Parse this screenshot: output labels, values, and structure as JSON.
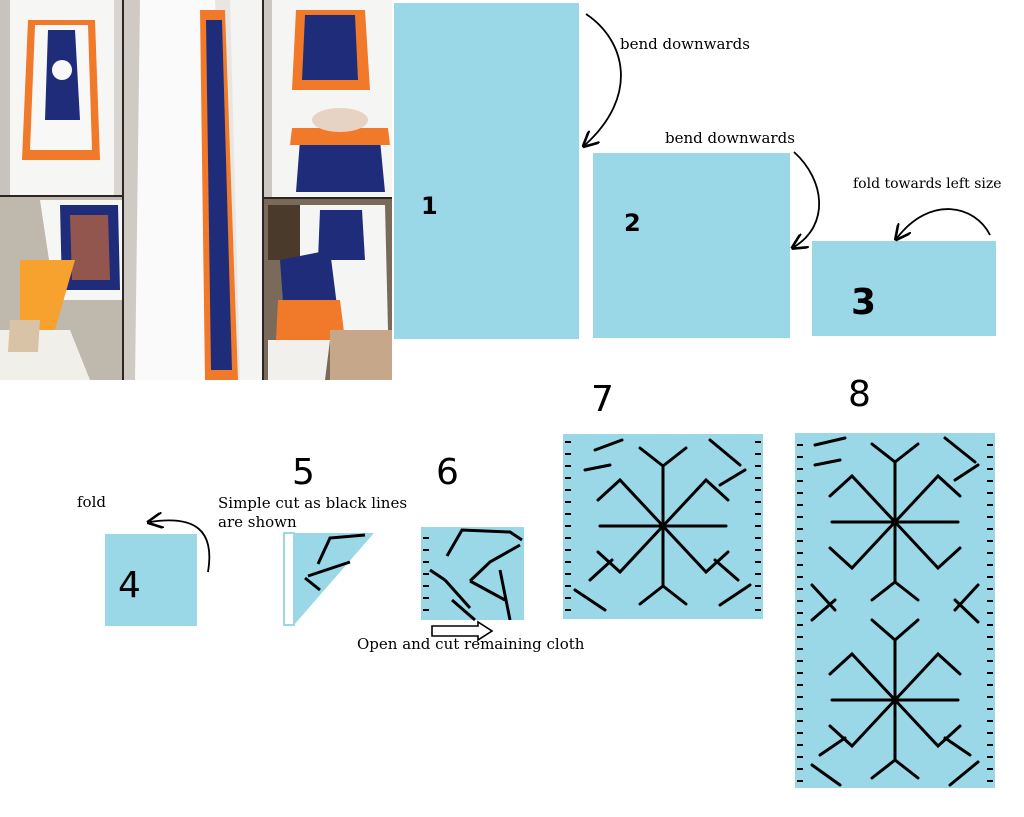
{
  "colors": {
    "paper": "#9ad8e8",
    "ink": "#000000",
    "white_fabric": "#f4f4f2",
    "orange": "#f07a2a",
    "navy": "#1f2c7a",
    "photo_bg": "#2b2622"
  },
  "photo": {
    "icon": "outfit-photo-collage"
  },
  "steps": {
    "s1": "1",
    "s2": "2",
    "s3": "3",
    "s4": "4",
    "s5": "5",
    "s6": "6",
    "s7": "7",
    "s8": "8"
  },
  "labels": {
    "bend1": "bend downwards",
    "bend2": "bend downwards",
    "fold_left": "fold towards left size",
    "fold": "fold",
    "cut_line1": "Simple cut as black lines",
    "cut_line2": "are shown",
    "open_cut": "Open and cut remaining cloth"
  }
}
